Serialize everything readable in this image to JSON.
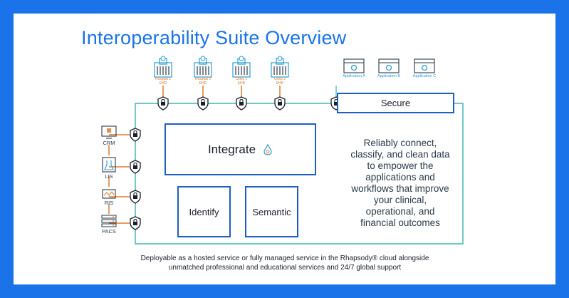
{
  "title": "Interoperability Suite Overview",
  "top_nodes": [
    {
      "name": "Hospital 1",
      "sub": "EHR"
    },
    {
      "name": "Hospital 2",
      "sub": "EHR"
    },
    {
      "name": "Clinic 1",
      "sub": "EHR"
    },
    {
      "name": "Clinic 2",
      "sub": "EHR"
    }
  ],
  "applications": [
    "Application A",
    "Application B",
    "Application C"
  ],
  "left_systems": [
    "CRM",
    "LIS",
    "RIS",
    "PACS"
  ],
  "secure_label": "Secure",
  "integrate_label": "Integrate",
  "identify_label": "Identify",
  "semantic_label": "Semantic",
  "description_lines": [
    "Reliably connect,",
    "classify, and clean data",
    "to empower the",
    "applications and",
    "workflows that improve",
    "your clinical,",
    "operational, and",
    "financial outcomes"
  ],
  "footer_lines": [
    "Deployable as a hosted service or fully managed service in the Rhapsody® cloud alongside",
    "unmatched professional and educational services and 24/7 global support"
  ],
  "colors": {
    "background": "#1a73e8",
    "title": "#1a73e8",
    "connector": "#5fc4c0",
    "box_border": "#1f5fbf",
    "orange": "#e07a2e"
  }
}
